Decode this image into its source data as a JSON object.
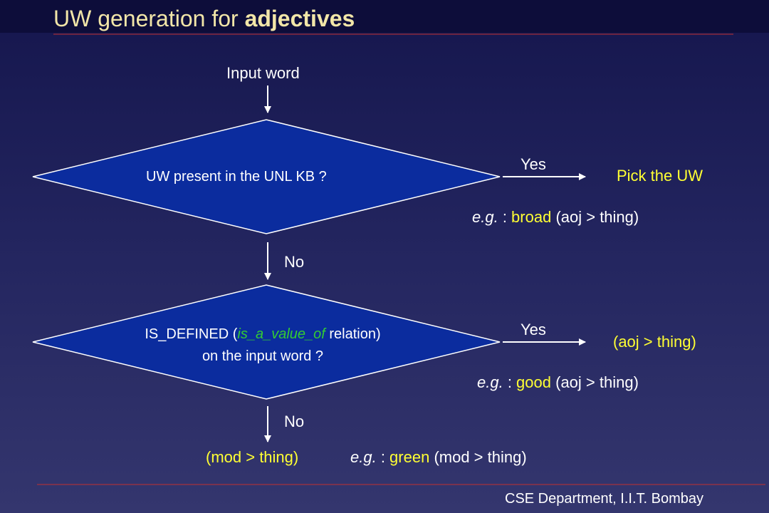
{
  "title": {
    "normal": "UW generation  for ",
    "bold": "adjectives"
  },
  "input_label": "Input word",
  "decision1": {
    "text": "UW present in the UNL KB ?",
    "yes_label": "Yes",
    "yes_result": "Pick the UW",
    "example": {
      "prefix": "e.g.",
      "sep": " : ",
      "word": "broad",
      "rest": " (aoj > thing)"
    },
    "no_label": "No"
  },
  "decision2": {
    "line1_pre": "IS_DEFINED (",
    "line1_italic": "is_a_value_of",
    "line1_post": " relation)",
    "line2": "on the input word ?",
    "yes_label": "Yes",
    "yes_result": "(aoj > thing)",
    "example": {
      "prefix": "e.g.",
      "sep": " : ",
      "word": "good",
      "rest": " (aoj > thing)"
    },
    "no_label": "No"
  },
  "final": {
    "result": "(mod > thing)",
    "example": {
      "prefix": "e.g.",
      "sep": " : ",
      "word": "green",
      "rest": " (mod > thing)"
    }
  },
  "footer": "CSE Department, I.I.T. Bombay",
  "colors": {
    "diamond_fill": "#0b2c9e",
    "highlight": "#ffff33",
    "italic_green": "#33cc33",
    "rule": "#c03030"
  }
}
